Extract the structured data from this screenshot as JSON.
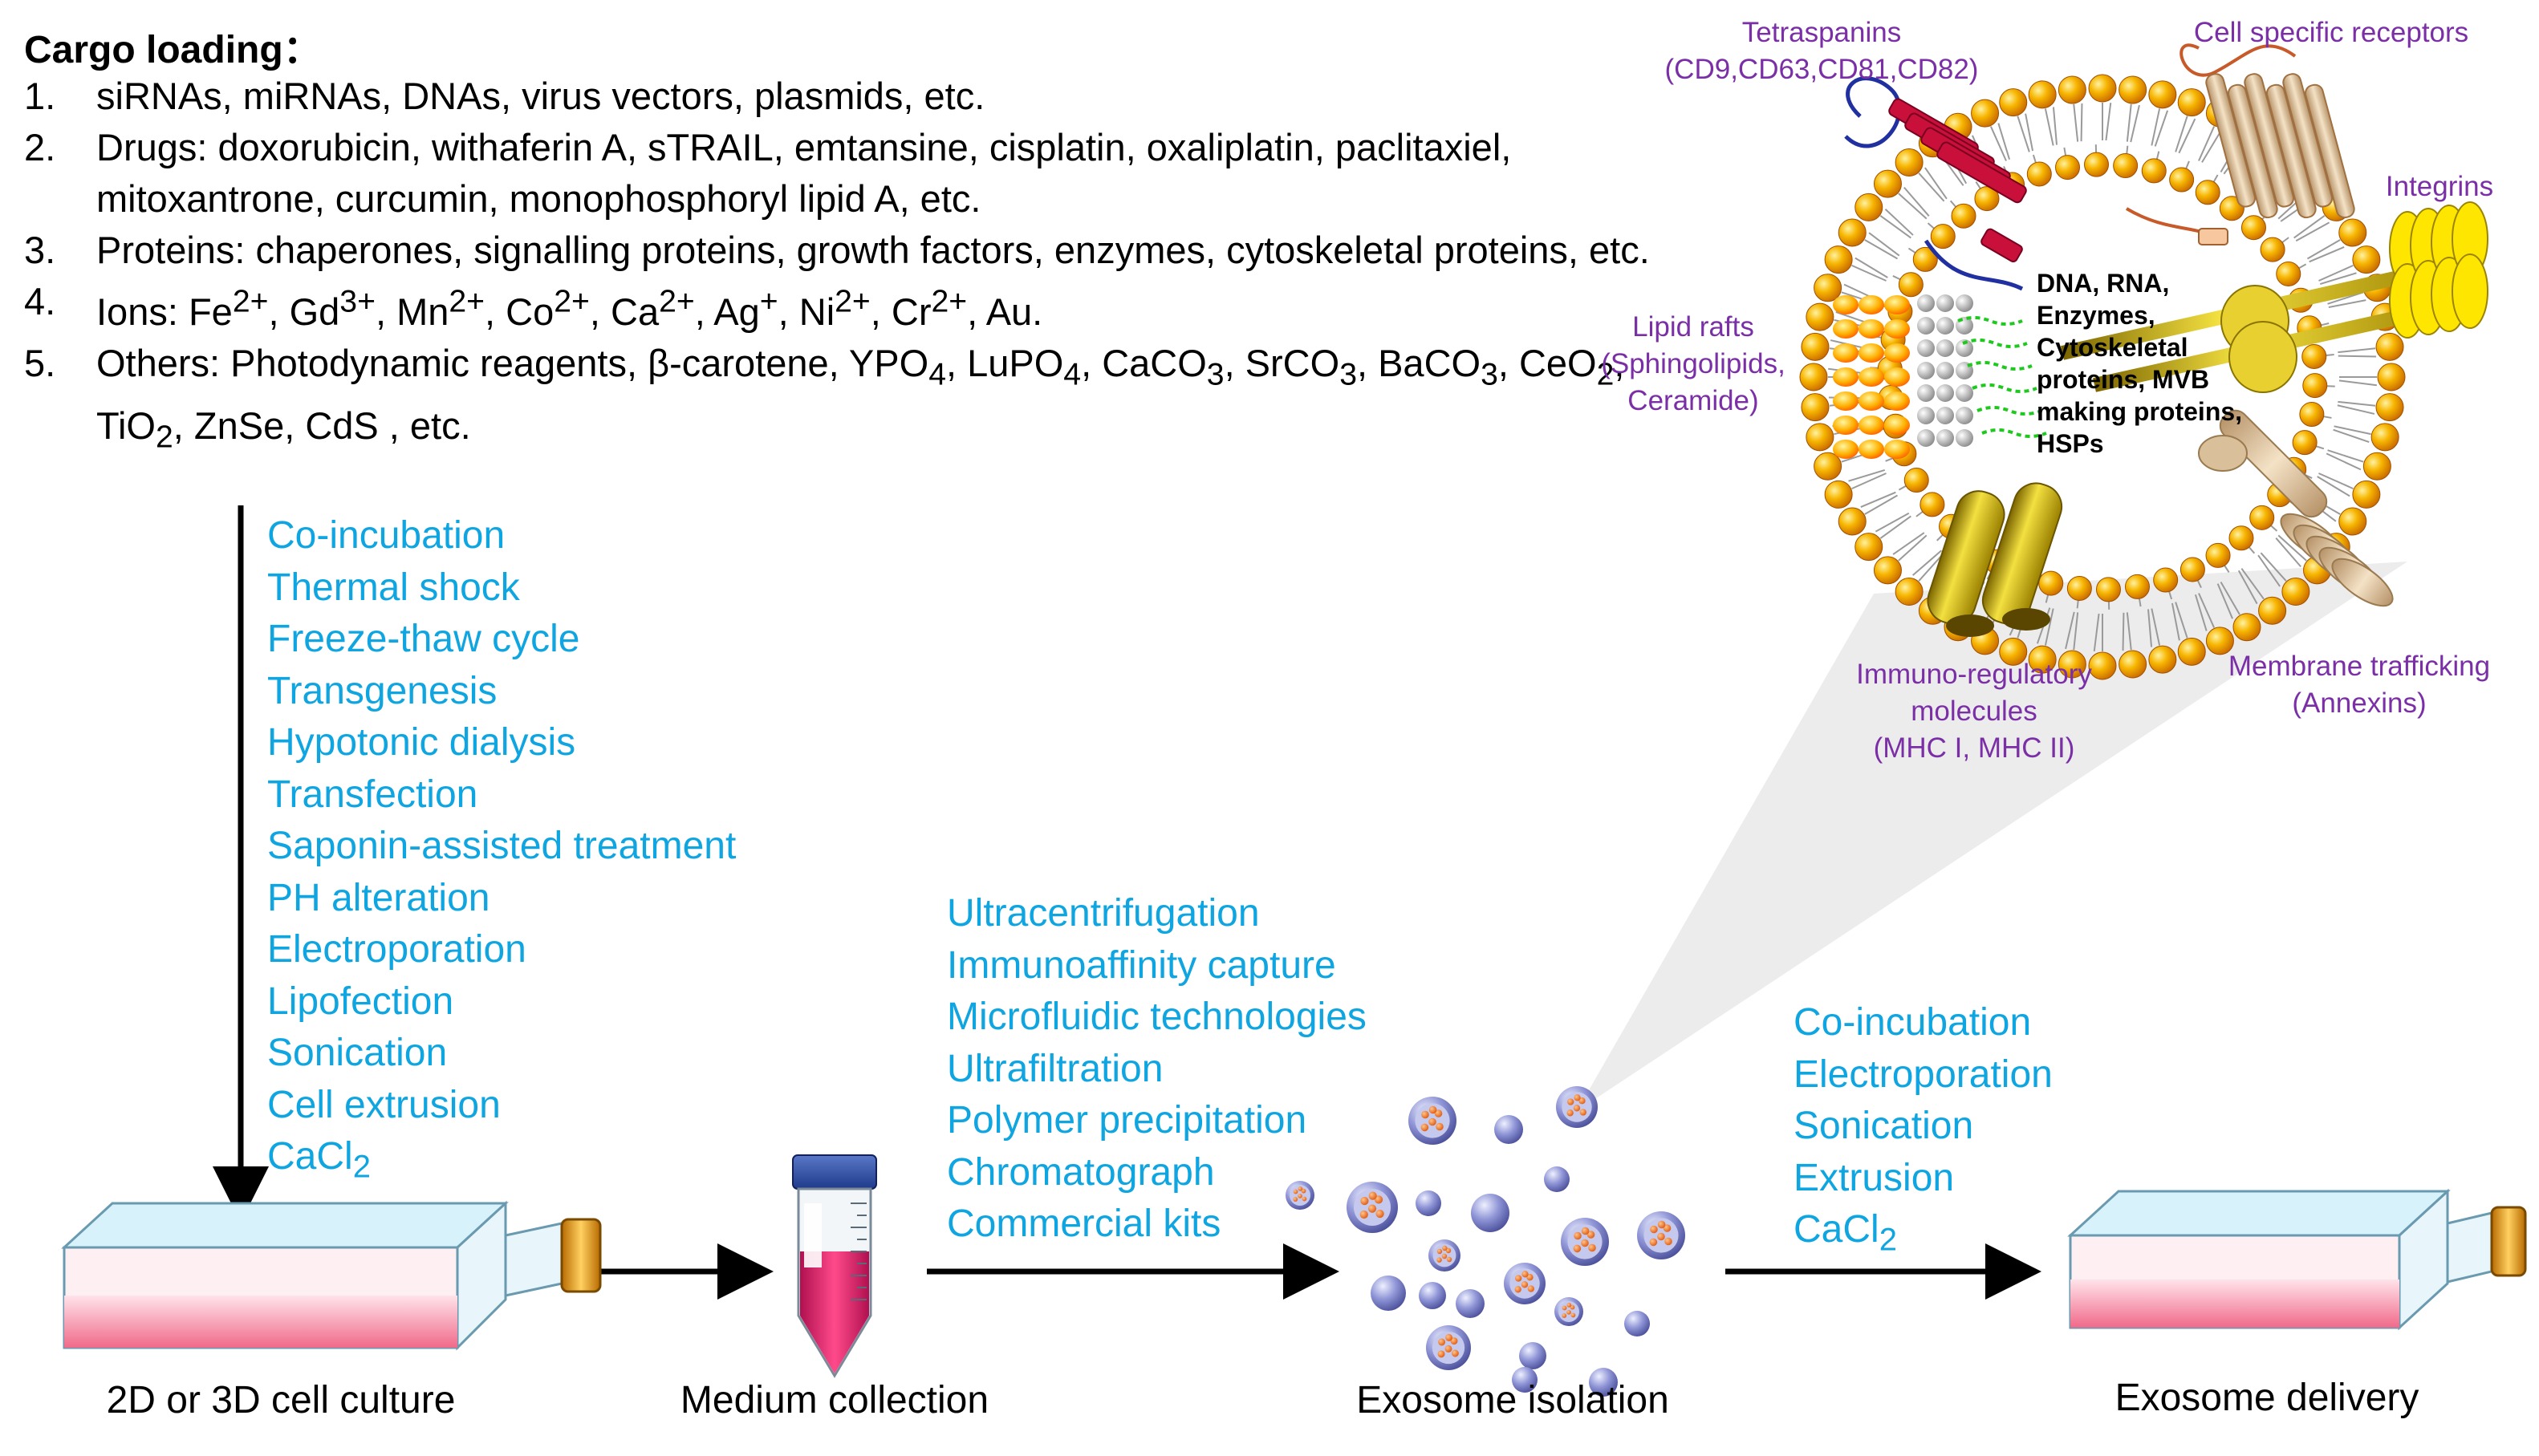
{
  "cargo": {
    "title": "Cargo loading：",
    "items": [
      {
        "num": "1.",
        "html": "siRNAs, miRNAs, DNAs, virus vectors, plasmids, etc."
      },
      {
        "num": "2.",
        "html": "Drugs: doxorubicin, withaferin A, sTRAIL, emtansine, cisplatin, oxaliplatin, paclitaxiel, mitoxantrone, curcumin, monophosphoryl lipid A, etc."
      },
      {
        "num": "3.",
        "html": "Proteins: chaperones, signalling proteins, growth factors, enzymes, cytoskeletal proteins, etc."
      },
      {
        "num": "4.",
        "html": "Ions: Fe<sup>2+</sup>, Gd<sup>3+</sup>, Mn<sup>2+</sup>, Co<sup>2+</sup>, Ca<sup>2+</sup>, Ag<sup>+</sup>, Ni<sup>2+</sup>, Cr<sup>2+</sup>, Au."
      },
      {
        "num": "5.",
        "html": "Others: Photodynamic reagents, β-carotene, YPO<sub>4</sub>, LuPO<sub>4</sub>, CaCO<sub>3</sub>, SrCO<sub>3</sub>, BaCO<sub>3</sub>, CeO<sub>2</sub>, TiO<sub>2</sub>, ZnSe, CdS , etc."
      }
    ]
  },
  "loading_methods": [
    "Co-incubation",
    "Thermal shock",
    "Freeze-thaw cycle",
    "Transgenesis",
    "Hypotonic dialysis",
    "Transfection",
    "Saponin-assisted treatment",
    "PH alteration",
    "Electroporation",
    "Lipofection",
    "Sonication",
    "Cell extrusion",
    "CaCl<sub>2</sub>"
  ],
  "isolation_methods": [
    "Ultracentrifugation",
    "Immunoaffinity capture",
    "Microfluidic technologies",
    "Ultrafiltration",
    "Polymer precipitation",
    "Chromatograph",
    "Commercial kits"
  ],
  "delivery_methods": [
    "Co-incubation",
    "Electroporation",
    "Sonication",
    "Extrusion",
    "CaCl<sub>2</sub>"
  ],
  "stages": {
    "culture": "2D or 3D cell culture",
    "medium": "Medium collection",
    "isolation": "Exosome isolation",
    "delivery": "Exosome delivery"
  },
  "exosome_labels": {
    "tetraspanins": [
      "Tetraspanins",
      "(CD9,CD63,CD81,CD82)"
    ],
    "receptors": [
      "Cell specific receptors"
    ],
    "integrins": [
      "Integrins"
    ],
    "lipid_rafts": [
      "Lipid rafts",
      "(Sphingolipids,",
      "Ceramide)"
    ],
    "immuno": [
      "Immuno-regulatory",
      "molecules",
      "(MHC I, MHC II)"
    ],
    "trafficking": [
      "Membrane trafficking",
      "(Annexins)"
    ],
    "core": [
      "DNA, RNA,",
      "Enzymes,",
      "Cytoskeletal",
      "proteins, MVB",
      "making proteins,",
      "HSPs"
    ]
  },
  "colors": {
    "method_text": "#0ea5e0",
    "label_purple": "#7b2fa6",
    "lipid_head": "#f2a900",
    "arrow": "#000000"
  }
}
